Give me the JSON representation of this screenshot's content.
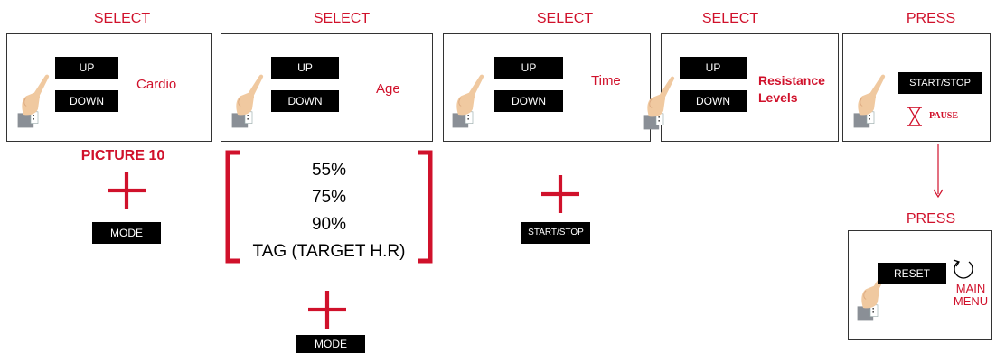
{
  "headers": [
    "SELECT",
    "SELECT",
    "SELECT",
    "SELECT",
    "PRESS",
    "PRESS"
  ],
  "buttons": {
    "up": "UP",
    "down": "DOWN",
    "start_stop": "START/STOP",
    "reset": "RESET",
    "mode": "MODE"
  },
  "panels": {
    "cardio": "Cardio",
    "age": "Age",
    "time": "Time",
    "resistance_line1": "Resistance",
    "resistance_line2": "Levels",
    "pause": "PAUSE",
    "main_menu_line1": "MAIN",
    "main_menu_line2": "MENU"
  },
  "picture_label": "PICTURE 10",
  "percent_options": [
    "55%",
    "75%",
    "90%",
    "TAG (TARGET H.R)"
  ],
  "colors": {
    "accent": "#d0112b",
    "button_bg": "#000000"
  }
}
